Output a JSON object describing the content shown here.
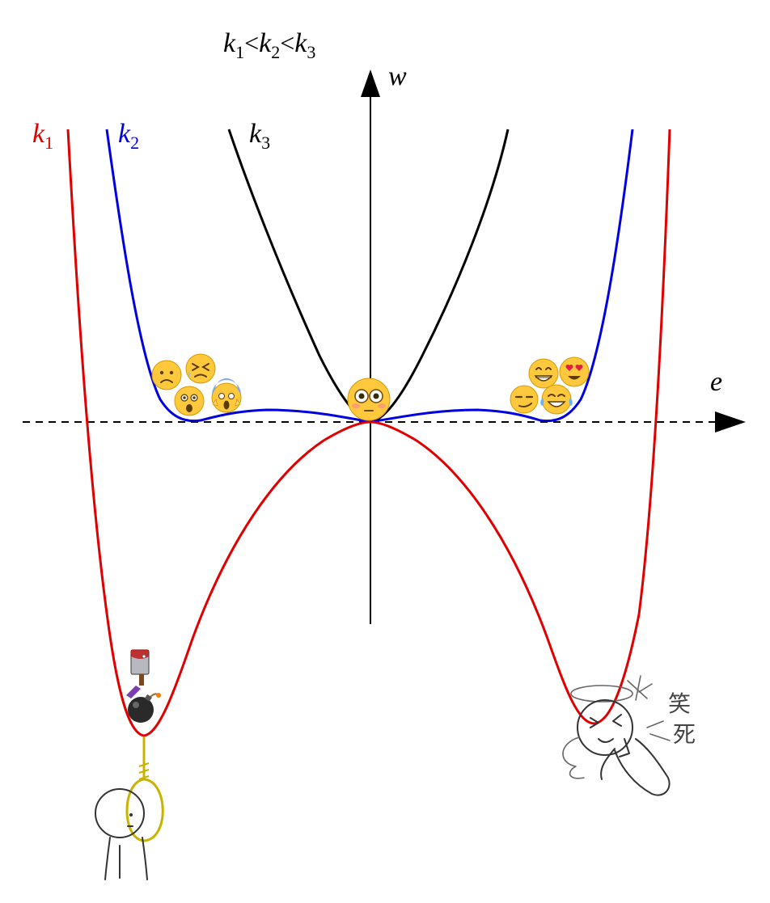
{
  "header": {
    "condition": {
      "k": "k",
      "s1": "1",
      "lt1": "<",
      "s2": "2",
      "lt2": "<",
      "s3": "3"
    }
  },
  "axes": {
    "x_label": "e",
    "y_label": "w"
  },
  "curves": [
    {
      "name_letter": "k",
      "name_sub": "1",
      "color": "#e00000"
    },
    {
      "name_letter": "k",
      "name_sub": "2",
      "color": "#0000e0"
    },
    {
      "name_letter": "k",
      "name_sub": "3",
      "color": "#000000"
    }
  ],
  "side_text": {
    "char1": "笑",
    "char2": "死"
  },
  "colors": {
    "emoji_yellow": "#ffc83d",
    "noose": "#c8b400",
    "axis": "#000000"
  },
  "icons": {
    "center": "flushed-face-icon",
    "left_well": [
      "frowning-face-icon",
      "persevering-face-icon",
      "astonished-face-icon",
      "screaming-face-icon"
    ],
    "right_well": [
      "grinning-face-icon",
      "heart-eyes-face-icon",
      "smirking-face-icon",
      "tears-of-joy-face-icon"
    ],
    "bottom_left": [
      "cleaver-icon",
      "bomb-icon",
      "noose-stickman-icon"
    ],
    "bottom_right": "angel-stickman-icon"
  }
}
